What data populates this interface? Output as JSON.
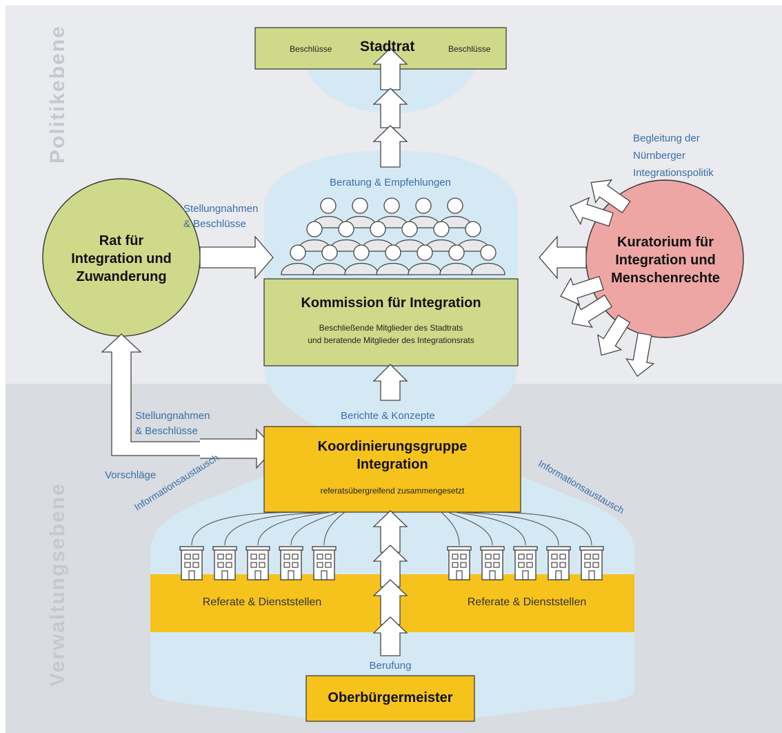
{
  "levels": {
    "politics": "Politikebene",
    "administration": "Verwaltungsebene"
  },
  "stadtrat": {
    "title": "Stadtrat",
    "left_label": "Beschlüsse",
    "right_label": "Beschlüsse"
  },
  "commission": {
    "advice_label": "Beratung & Empfehlungen",
    "title": "Kommission für Integration",
    "desc_line1": "Beschließende Mitglieder des Stadtrats",
    "desc_line2": "und beratende Mitglieder des Integrationsrats"
  },
  "council": {
    "line1": "Rat für",
    "line2": "Integration und",
    "line3": "Zuwanderung"
  },
  "curatorium": {
    "line1": "Kuratorium für",
    "line2": "Integration und",
    "line3": "Menschenrechte",
    "note_line1": "Begleitung der",
    "note_line2": "Nürnberger",
    "note_line3": "Integrationspolitik"
  },
  "flows": {
    "statements_top_1": "Stellungnahmen",
    "statements_top_2": "& Beschlüsse",
    "statements_bottom_1": "Stellungnahmen",
    "statements_bottom_2": "& Beschlüsse",
    "reports": "Berichte & Konzepte",
    "proposals": "Vorschläge",
    "info_left": "Informationsaustausch",
    "info_right": "Informationsaustausch",
    "appointment": "Berufung"
  },
  "coordination": {
    "title_line1": "Koordinierungsgruppe",
    "title_line2": "Integration",
    "desc": "referatsübergreifend zusammengesetzt"
  },
  "departments": {
    "left": "Referate & Dienststellen",
    "right": "Referate & Dienststellen"
  },
  "mayor": {
    "title": "Oberbürgermeister"
  },
  "colors": {
    "politics_bg": "#e9ebef",
    "admin_bg": "#d9dce1",
    "halo": "#d5e9f5",
    "green": "#cfd98a",
    "yellow": "#f6c21c",
    "pink": "#eda6a4",
    "text_blue": "#3b6ea8"
  }
}
